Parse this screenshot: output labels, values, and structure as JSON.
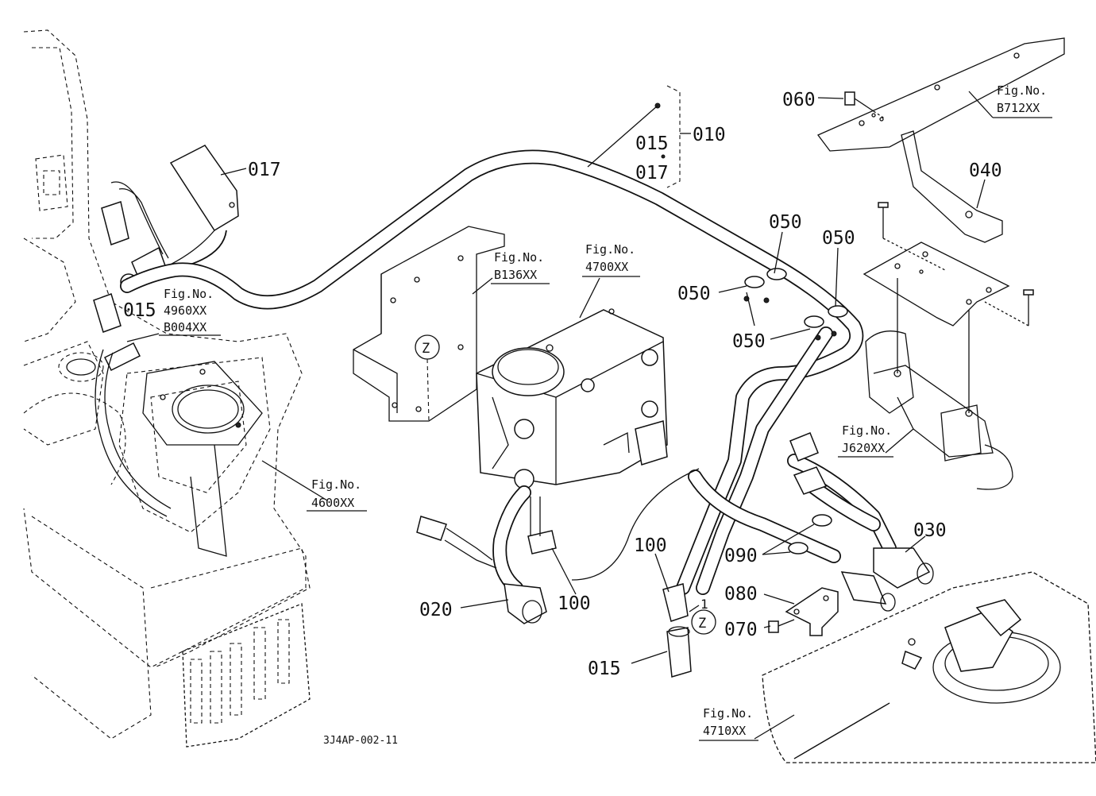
{
  "diagram_code": "3J4AP-002-11",
  "part_labels": {
    "p010": "010",
    "p015_group": "015",
    "p017_group": "017",
    "p017": "017",
    "p015_left": "015",
    "p060": "060",
    "p040": "040",
    "p050_a": "050",
    "p050_b": "050",
    "p050_c": "050",
    "p050_d": "050",
    "p030": "030",
    "p090": "090",
    "p080": "080",
    "p070": "070",
    "p100_a": "100",
    "p100_b": "100",
    "p020": "020",
    "p015_bottom": "015"
  },
  "fig_refs": {
    "fig_label": "Fig.No.",
    "b712": "B712XX",
    "b136": "B136XX",
    "f4700": "4700XX",
    "f4960": "4960XX",
    "b004": "B004XX",
    "f4600": "4600XX",
    "j620": "J620XX",
    "f4710": "4710XX"
  },
  "view_markers": {
    "z_top": "Z",
    "z_bottom": "Z",
    "z_one": "1"
  }
}
